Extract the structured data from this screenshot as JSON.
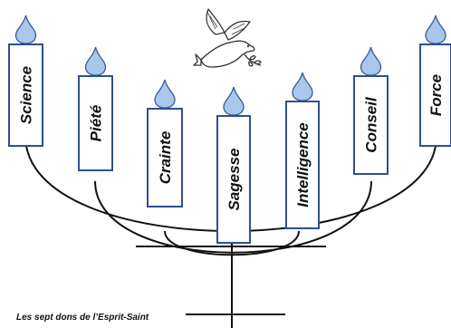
{
  "caption": "Les sept dons de l’Esprit-Saint",
  "colors": {
    "candle_border": "#2f4f8f",
    "flame_fill": "#a9c6ec",
    "flame_stroke": "#3b5b8f",
    "menorah": "#111111",
    "dove": "#333333"
  },
  "icons": {
    "dove": "dove-with-olive-branch-icon",
    "flame": "flame-drop-icon"
  },
  "candles": [
    {
      "label": "Science"
    },
    {
      "label": "Piété"
    },
    {
      "label": "Crainte"
    },
    {
      "label": "Sagesse"
    },
    {
      "label": "Intelligence"
    },
    {
      "label": "Conseil"
    },
    {
      "label": "Force"
    }
  ]
}
